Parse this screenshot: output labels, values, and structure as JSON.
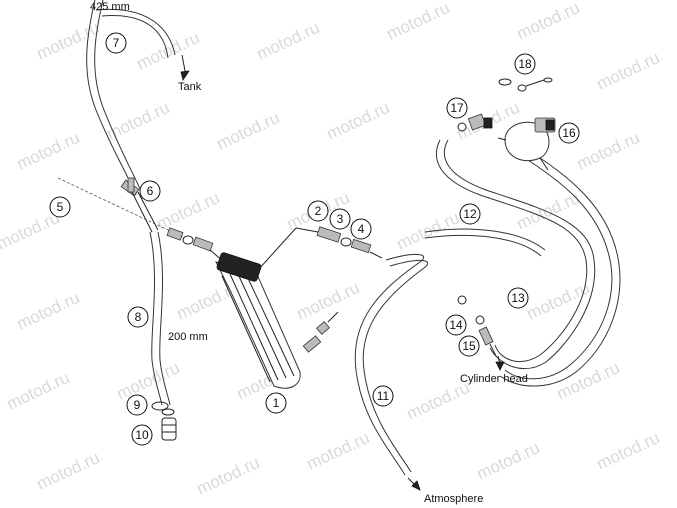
{
  "watermark": "motod.ru",
  "labels": {
    "length_top": "425 mm",
    "tank": "Tank",
    "length_mid": "200 mm",
    "cylinder_head": "Cylinder head",
    "atmosphere": "Atmosphere"
  },
  "callouts": [
    "1",
    "2",
    "3",
    "4",
    "5",
    "6",
    "7",
    "8",
    "9",
    "10",
    "11",
    "12",
    "13",
    "14",
    "15",
    "16",
    "17",
    "18"
  ]
}
